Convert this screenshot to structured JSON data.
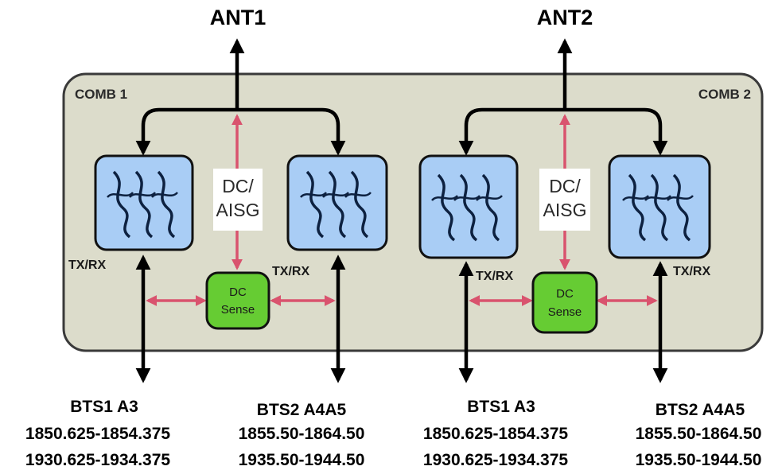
{
  "antennas": {
    "ant1": "ANT1",
    "ant2": "ANT2"
  },
  "combiners": {
    "comb1": "COMB 1",
    "comb2": "COMB 2"
  },
  "port_label": "TX/RX",
  "dc_aisg": {
    "line1": "DC/",
    "line2": "AISG"
  },
  "dc_sense": {
    "line1": "DC",
    "line2": "Sense"
  },
  "bts": [
    {
      "name": "BTS1 A3",
      "rx": "1850.625-1854.375",
      "tx": "1930.625-1934.375"
    },
    {
      "name": "BTS2 A4A5",
      "rx": "1855.50-1864.50",
      "tx": "1935.50-1944.50"
    },
    {
      "name": "BTS1 A3",
      "rx": "1850.625-1854.375",
      "tx": "1930.625-1934.375"
    },
    {
      "name": "BTS2 A4A5",
      "rx": "1855.50-1864.50",
      "tx": "1935.50-1944.50"
    }
  ],
  "colors": {
    "housing": "#dcdccb",
    "filter": "#a9cdf5",
    "sense": "#66cc33",
    "dc_line": "#d9536e",
    "rf_line": "#000000"
  }
}
